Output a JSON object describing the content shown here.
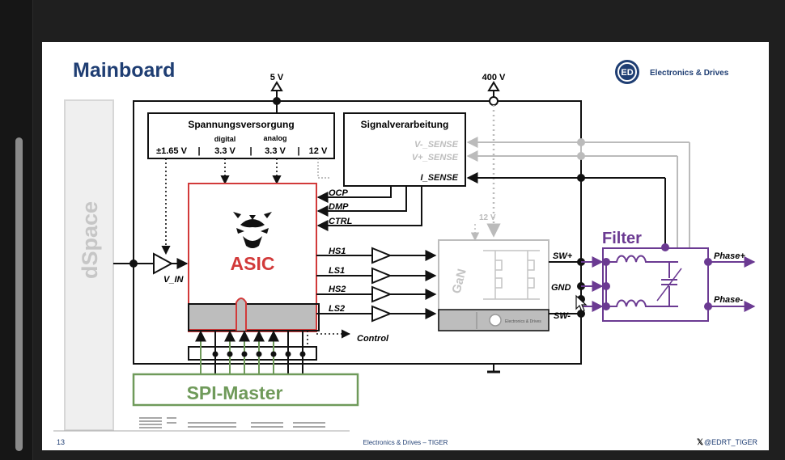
{
  "slide": {
    "title": "Mainboard",
    "page_number": "13",
    "footer_center": "Electronics & Drives – TIGER",
    "footer_right": "@EDRT_TIGER",
    "logo_text": "Electronics & Drives",
    "logo_mark": "ED"
  },
  "diagram": {
    "dspace_label": "dSpace",
    "spi_master_label": "SPI-Master",
    "asic_label": "ASIC",
    "filter_label": "Filter",
    "supply": {
      "title": "Spannungsversorgung",
      "sub_digital": "digital",
      "sub_analog": "analog",
      "v1": "±1.65 V",
      "sep1": "|",
      "v2": "3.3 V",
      "sep2": "|",
      "v3": "3.3 V",
      "sep3": "|",
      "v4": "12 V"
    },
    "signal": {
      "title": "Signalverarbeitung",
      "v_minus_sense": "V-_SENSE",
      "v_plus_sense": "V+_SENSE",
      "i_sense": "I_SENSE"
    },
    "rail_5v": "5 V",
    "rail_400v": "400 V",
    "rail_12v": "12 V",
    "v_in": "V_IN",
    "ocp": "OCP",
    "dmp": "DMP",
    "ctrl": "CTRL",
    "hs1": "HS1",
    "ls1": "LS1",
    "hs2": "HS2",
    "ls2": "LS2",
    "control": "Control",
    "sw_plus": "SW+",
    "gnd": "GND",
    "sw_minus": "SW-",
    "phase_plus": "Phase+",
    "phase_minus": "Phase-",
    "gan_label": "GaN",
    "gan_logo_text": "Electronics & Drives"
  },
  "colors": {
    "title_blue": "#1f3e73",
    "asic_red": "#d23a3a",
    "filter_purple": "#6b3a92",
    "spi_green": "#6f9a5a",
    "grey": "#bdbdbd"
  }
}
